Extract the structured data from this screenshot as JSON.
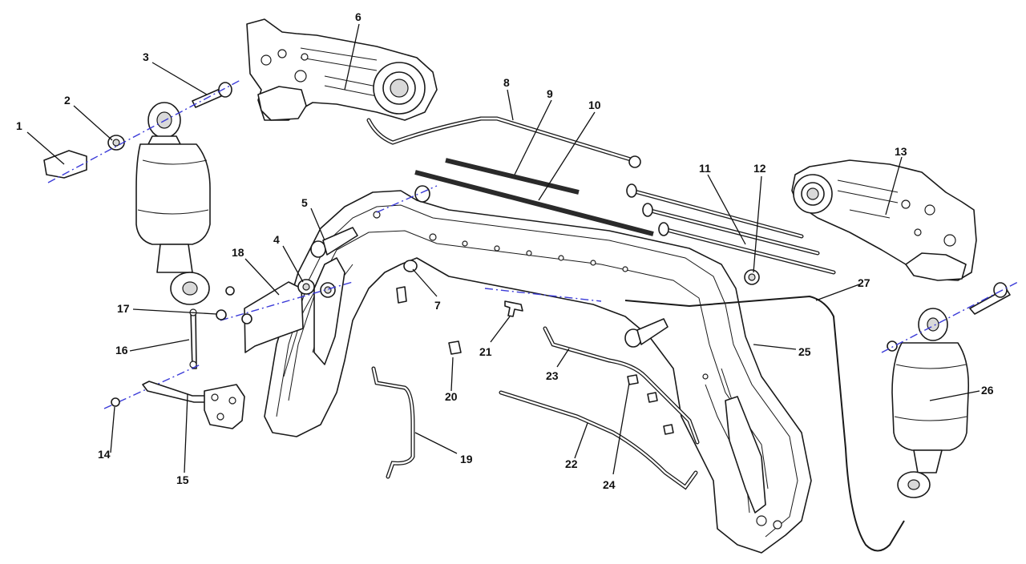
{
  "diagram": {
    "callouts": [
      "1",
      "2",
      "3",
      "4",
      "5",
      "6",
      "7",
      "8",
      "9",
      "10",
      "11",
      "12",
      "13",
      "14",
      "15",
      "16",
      "17",
      "18",
      "19",
      "20",
      "21",
      "22",
      "23",
      "24",
      "25",
      "26",
      "27"
    ]
  }
}
